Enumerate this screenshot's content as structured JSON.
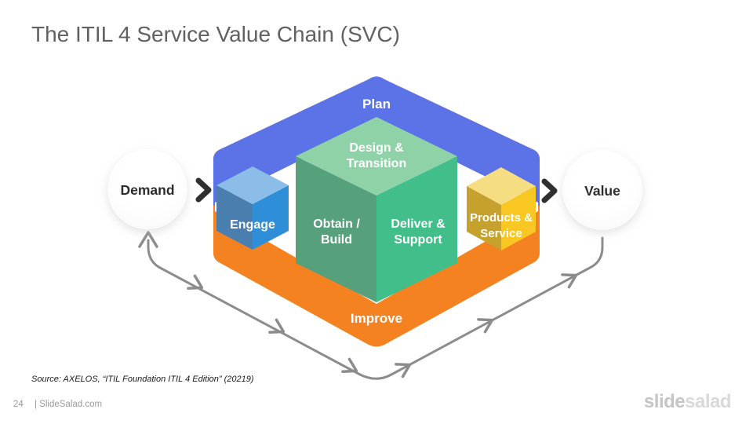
{
  "slide": {
    "title": "The ITIL 4 Service Value Chain (SVC)",
    "source_note": "Source: AXELOS, “ITIL Foundation ITIL 4 Edition” (20219)",
    "page_number": "24",
    "site_label": "| SlideSalad.com",
    "logo_part1": "slide",
    "logo_part2": "salad"
  },
  "diagram": {
    "bands": {
      "plan": {
        "label": "Plan",
        "color": "#5B73E6"
      },
      "improve": {
        "label": "Improve",
        "color": "#F58220"
      }
    },
    "cubes": {
      "center": {
        "top1": "Design &",
        "top2": "Transition",
        "left1": "Obtain /",
        "left2": "Build",
        "right1": "Deliver &",
        "right2": "Support",
        "color_top": "#8FD2A7",
        "color_left": "#56A07B",
        "color_right": "#41BE8A"
      },
      "engage": {
        "label": "Engage",
        "color_top": "#8CBCE8",
        "color_left": "#4A7EAE",
        "color_right": "#2E8FD8"
      },
      "products": {
        "label1": "Products &",
        "label2": "Service",
        "color_top": "#F5DD82",
        "color_left": "#C7A12E",
        "color_right": "#F8C722"
      }
    },
    "nodes": {
      "demand": {
        "label": "Demand"
      },
      "value": {
        "label": "Value"
      }
    },
    "arrow_color": "#8C8C8C",
    "chevron_color": "#2F2F2F"
  }
}
